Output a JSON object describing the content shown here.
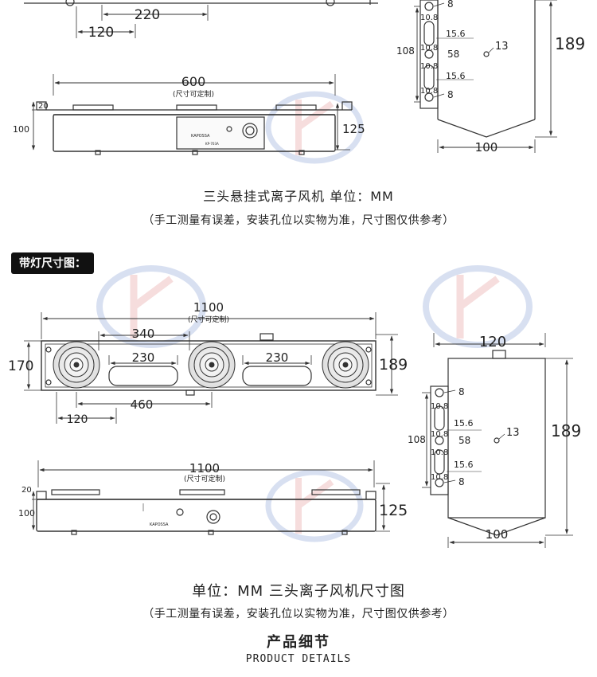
{
  "top_front": {
    "dim_220": "220",
    "dim_120": "120"
  },
  "top_side_a": {
    "hole_dia_top": "8",
    "pitch_top": "10.8",
    "height_108": "108",
    "slot_a": "15.6",
    "pitch_mid_upper": "10.8",
    "slot_58": "58",
    "pitch_mid_lower": "10.8",
    "hole_13": "13",
    "slot_b": "15.6",
    "pitch_bottom": "10.8",
    "hole_dia_bottom": "8",
    "total_height": "189",
    "depth": "100"
  },
  "top_bottom_view": {
    "length": "600",
    "length_note": "(尺寸可定制)",
    "dim_20": "20",
    "dim_100": "100",
    "dim_125": "125",
    "panel_model": "KP-703A",
    "brand": "KAPOSSA"
  },
  "caption1": {
    "title": "三头悬挂式离子风机 单位：MM",
    "note": "（手工测量有误差，安装孔位以实物为准，尺寸图仅供参考）"
  },
  "section_badge": "带灯尺寸图：",
  "lamp_front": {
    "length": "1100",
    "length_note": "(尺寸可定制)",
    "dim_340": "340",
    "dim_230_left": "230",
    "dim_230_right": "230",
    "dim_170": "170",
    "dim_189": "189",
    "dim_460": "460",
    "dim_120": "120"
  },
  "lamp_side": {
    "width_top": "120",
    "hole_dia_top": "8",
    "pitch_top": "10.8",
    "slot_a": "15.6",
    "height_108": "108",
    "pitch_mid_upper": "10.8",
    "slot_58": "58",
    "hole_13": "13",
    "pitch_mid_lower": "10.8",
    "slot_b": "15.6",
    "pitch_bottom": "10.8",
    "hole_dia_bottom": "8",
    "total_height": "189",
    "depth": "100"
  },
  "lamp_bottom_view": {
    "length": "1100",
    "length_note": "(尺寸可定制)",
    "dim_20": "20",
    "dim_100": "100",
    "dim_125": "125",
    "brand": "KAPOSSA"
  },
  "caption2": {
    "title": "单位：MM 三头离子风机尺寸图",
    "note": "（手工测量有误差，安装孔位以实物为准，尺寸图仅供参考）"
  },
  "details": {
    "title": "产品细节",
    "subtitle": "PRODUCT DETAILS"
  },
  "colors": {
    "line": "#333333",
    "watermark_blue": "#b9c6e6",
    "watermark_red": "#efc2c2",
    "badge_bg": "#111111"
  }
}
